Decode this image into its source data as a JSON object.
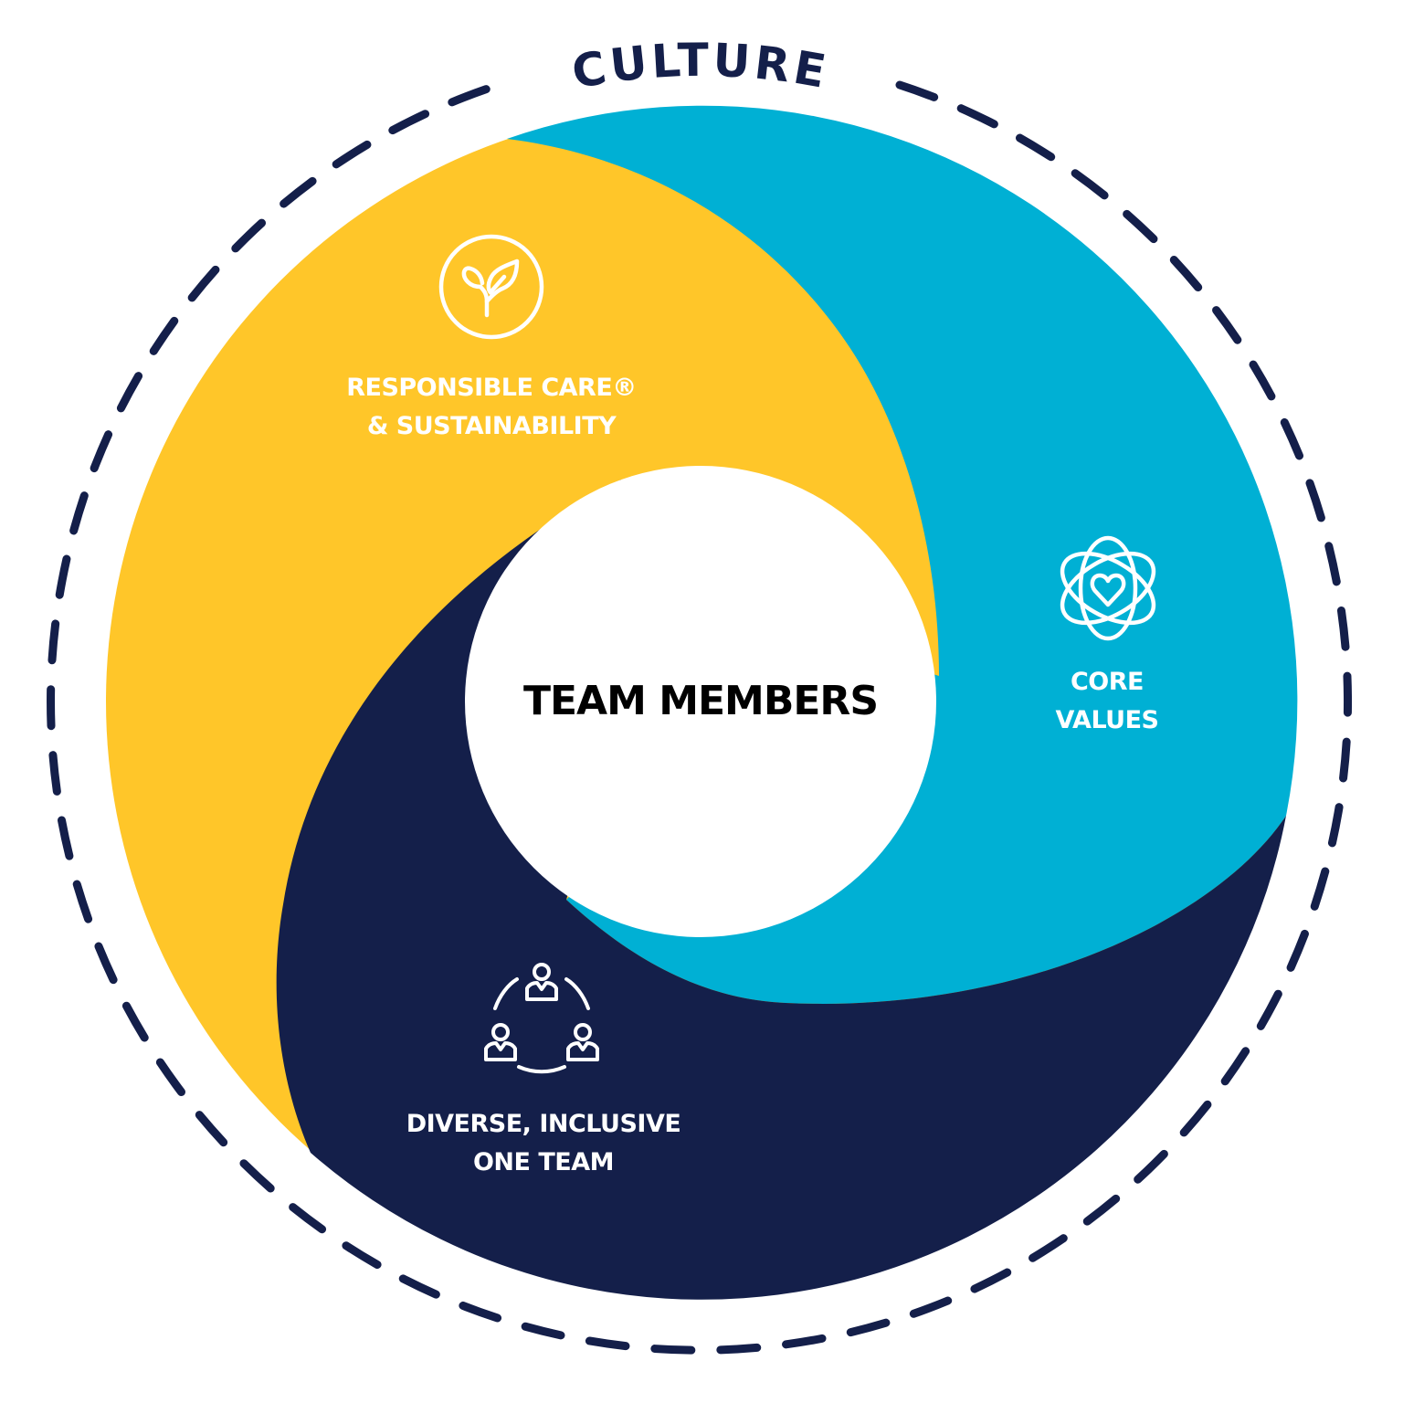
{
  "title": "CULTURE",
  "center": {
    "label": "TEAM MEMBERS"
  },
  "segments": [
    {
      "id": "responsible-care",
      "line1": "RESPONSIBLE CARE®",
      "line2": "& SUSTAINABILITY",
      "icon": "leaf-sprout-icon",
      "color": "#FFC629"
    },
    {
      "id": "core-values",
      "line1": "CORE",
      "line2": "VALUES",
      "icon": "atom-heart-icon",
      "color": "#00B0D4"
    },
    {
      "id": "diverse-inclusive",
      "line1": "DIVERSE, INCLUSIVE",
      "line2": "ONE TEAM",
      "icon": "team-circle-icon",
      "color": "#141F4A"
    }
  ],
  "colors": {
    "navy": "#141F4A",
    "yellow": "#FFC629",
    "cyan": "#00B0D4",
    "white": "#FFFFFF",
    "center_text": "#000000"
  }
}
